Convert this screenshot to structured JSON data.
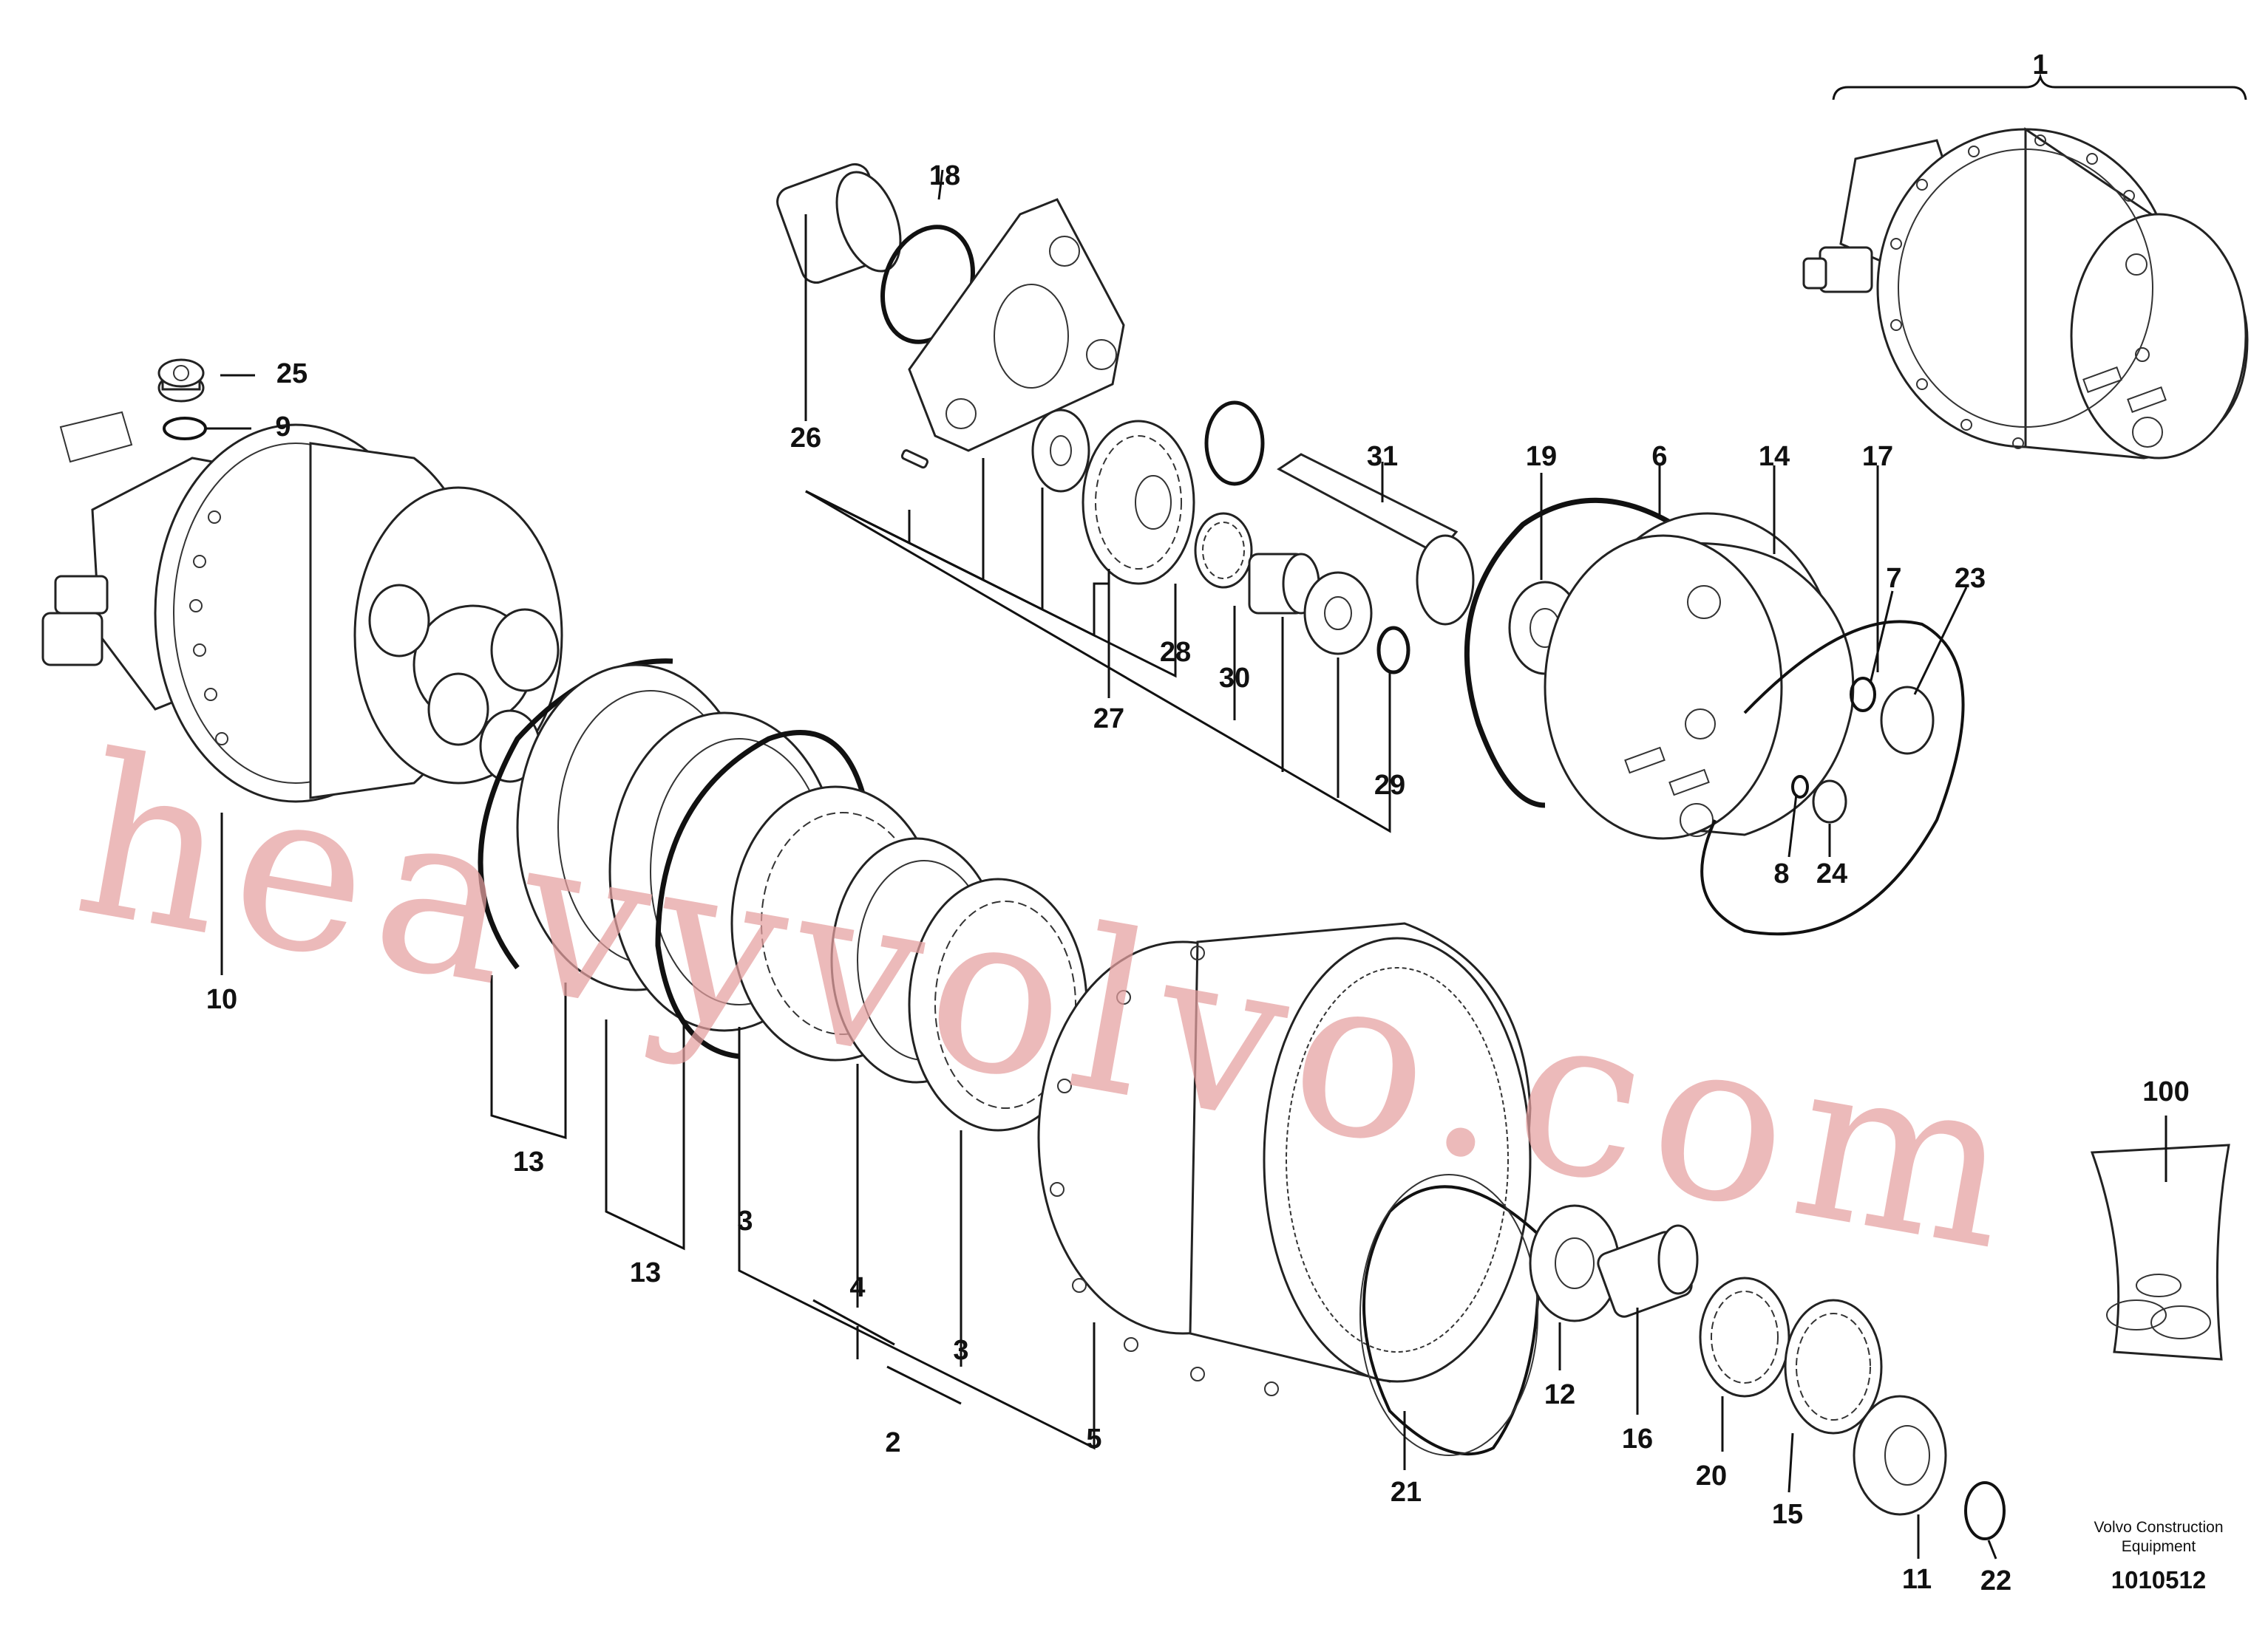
{
  "diagram": {
    "callouts": [
      "1",
      "2",
      "3",
      "3",
      "4",
      "5",
      "6",
      "7",
      "8",
      "9",
      "10",
      "11",
      "12",
      "13",
      "13",
      "14",
      "15",
      "16",
      "17",
      "18",
      "19",
      "20",
      "21",
      "22",
      "23",
      "24",
      "25",
      "26",
      "27",
      "28",
      "29",
      "30",
      "31",
      "100"
    ],
    "caption_line1": "Volvo Construction",
    "caption_line2": "Equipment",
    "document_number": "1010512",
    "watermark": "heavyvolvo.com"
  },
  "colors": {
    "line": "#222222",
    "watermark": "#e6a0a0",
    "background": "#ffffff"
  }
}
